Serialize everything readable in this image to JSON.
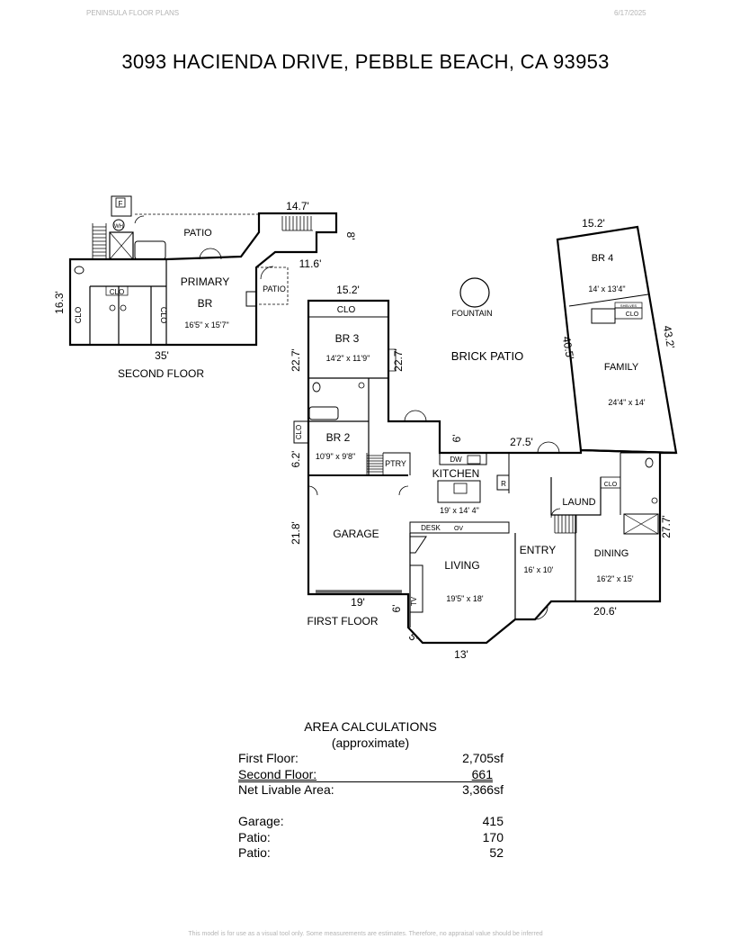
{
  "header": {
    "company": "PENINSULA FLOOR PLANS",
    "date": "6/17/2025"
  },
  "title": "3093 HACIENDA DRIVE, PEBBLE BEACH, CA  93953",
  "second_floor": {
    "label": "SECOND FLOOR",
    "rooms": {
      "patio_top": "PATIO",
      "primary_name_1": "PRIMARY",
      "primary_name_2": "BR",
      "primary_size": "16'5\" x 15'7\"",
      "patio_small": "PATIO",
      "clo_left": "CLO",
      "clo_mid": "CLO",
      "clo_right": "CLO",
      "f_box": "F",
      "wh": "WH"
    },
    "dims": {
      "top": "14.7'",
      "right_short": "8'",
      "mid": "11.6'",
      "left": "16.3'",
      "bottom": "35'"
    }
  },
  "first_floor": {
    "label": "FIRST FLOOR",
    "rooms": {
      "clo_br3": "CLO",
      "br3_name": "BR 3",
      "br3_size": "14'2\" x 11'9\"",
      "fountain": "FOUNTAIN",
      "brick_patio": "BRICK PATIO",
      "br4_name": "BR 4",
      "br4_size": "14' x 13'4\"",
      "family_name": "FAMILY",
      "family_size": "24'4\" x 14'",
      "clo_family": "CLO",
      "shelves": "SHELVES",
      "br2_name": "BR 2",
      "br2_size": "10'9\" x 9'8\"",
      "clo_br2": "CLO",
      "ptry": "PTRY",
      "dw": "DW",
      "kitchen_name": "KITCHEN",
      "kitchen_size": "19' x 14' 4\"",
      "r": "R",
      "desk": "DESK",
      "ov": "OV",
      "laund": "LAUND",
      "clo_laund": "CLO",
      "garage": "GARAGE",
      "living_name": "LIVING",
      "living_size": "19'5\" x 18'",
      "entry_name": "ENTRY",
      "entry_size": "16' x 10'",
      "dining_name": "DINING",
      "dining_size": "16'2\" x 15'",
      "tv": "TV"
    },
    "dims": {
      "br3_top": "15.2'",
      "br3_left": "22.7'",
      "br3_right": "22.7'",
      "br4_top": "15.2'",
      "br4_left": "40.5'",
      "br4_right": "43.2'",
      "patio_six": "6'",
      "patio_bottom": "27.5'",
      "br2_left": "6.2'",
      "garage_left": "21.8'",
      "garage_bottom": "19'",
      "living_six": "6'",
      "diag_five": "5'",
      "bottom_thirteen": "13'",
      "right_side": "27.7'",
      "dining_bottom": "20.6'"
    }
  },
  "area": {
    "title_1": "AREA CALCULATIONS",
    "title_2": "(approximate)",
    "rows": [
      {
        "label": "First  Floor:",
        "value": "2,705sf"
      },
      {
        "label": "Second Floor:",
        "value": "661"
      },
      {
        "label": "Net Livable Area:",
        "value": "3,366sf"
      },
      {
        "label": "Garage:",
        "value": "415"
      },
      {
        "label": "Patio:",
        "value": "170"
      },
      {
        "label": "Patio:",
        "value": "52"
      }
    ]
  },
  "footer": "This model is for use as a visual tool only. Some measurements are estimates. Therefore, no appraisal value should be inferred"
}
